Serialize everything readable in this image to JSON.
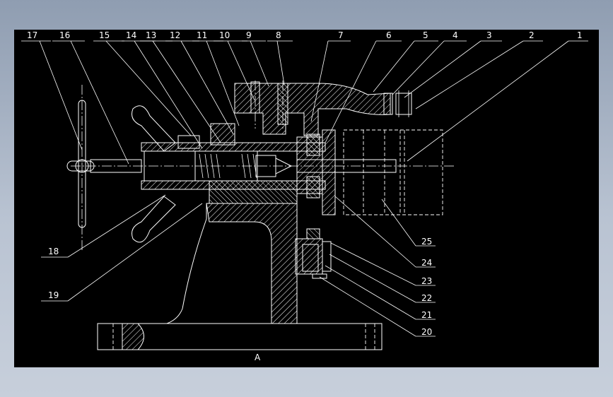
{
  "drawing": {
    "view_label": "A",
    "callouts_top": [
      "17",
      "16",
      "15",
      "14",
      "13",
      "12",
      "11",
      "10",
      "9",
      "8",
      "7",
      "6",
      "5",
      "4",
      "3",
      "2",
      "1"
    ],
    "callouts_right": [
      "25",
      "24",
      "23",
      "22",
      "21",
      "20"
    ],
    "callouts_left": [
      "18",
      "19"
    ]
  },
  "colors": {
    "background": "#000000",
    "lines": "#ffffff",
    "frame": "#a4b0c3"
  }
}
